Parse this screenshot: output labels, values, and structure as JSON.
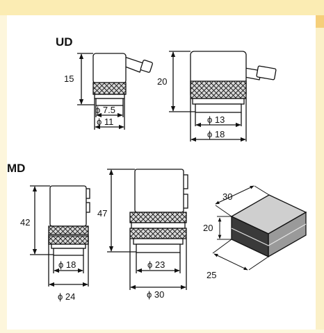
{
  "sections": {
    "ud_label": "UD",
    "md_label": "MD"
  },
  "ud_small": {
    "height": "15",
    "inner_dia": "ϕ 7.5",
    "outer_dia": "ϕ 11"
  },
  "ud_large": {
    "height": "20",
    "inner_dia": "ϕ 13",
    "outer_dia": "ϕ 18"
  },
  "md_small": {
    "height": "42",
    "inner_dia": "ϕ 18",
    "outer_dia": "ϕ 24"
  },
  "md_large": {
    "height": "47",
    "inner_dia": "ϕ 23",
    "outer_dia": "ϕ 30"
  },
  "md_box": {
    "length": "30",
    "height": "20",
    "width": "25"
  },
  "colors": {
    "page_bg": "#fdf6dc",
    "top_bar": "#fbecb3",
    "panel": "#ffffff",
    "accent_tab": "#f5cf7a",
    "box_front": "#3a3a3a",
    "box_top": "#cfcfcf",
    "knurl": "#d9d9d9"
  }
}
